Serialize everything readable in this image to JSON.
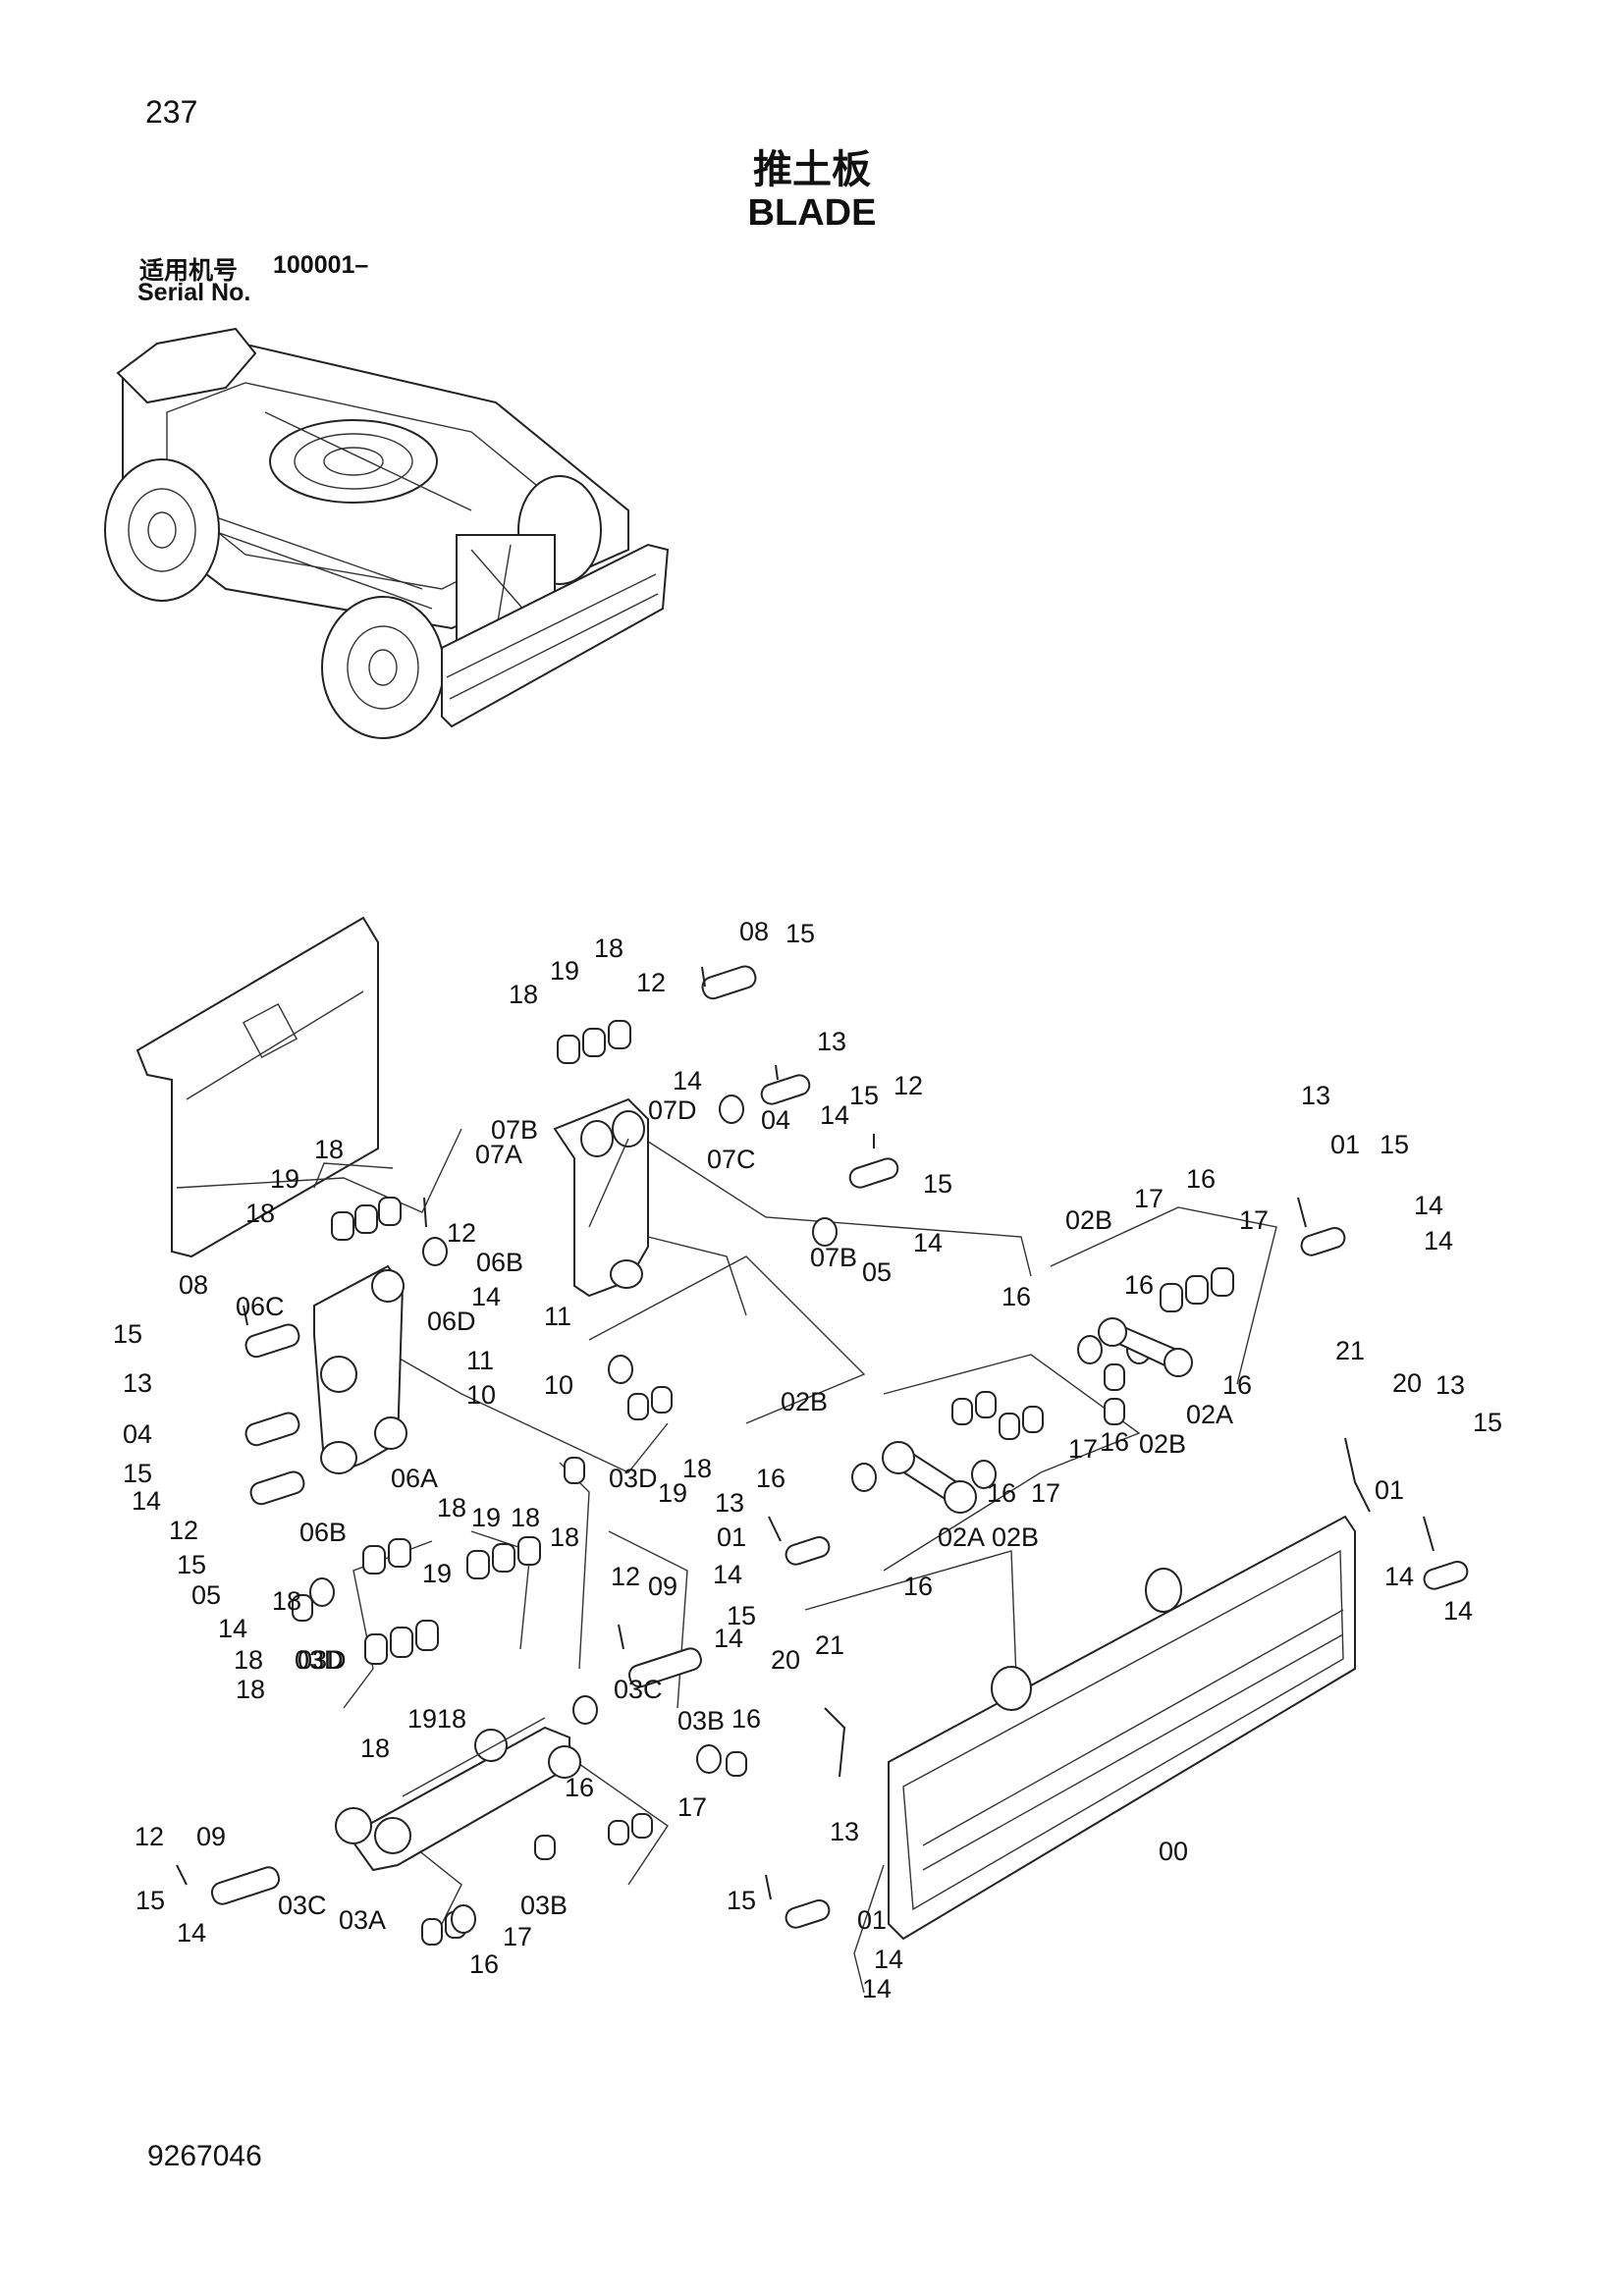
{
  "page_number": "237",
  "title_cn": "推土板",
  "title_en": "BLADE",
  "serial_label_cn": "适用机号",
  "serial_value": "100001–",
  "serial_label_en": "Serial No.",
  "document_number": "9267046",
  "part_labels": [
    {
      "id": "l1",
      "text": "08"
    },
    {
      "id": "l2",
      "text": "15"
    },
    {
      "id": "l3",
      "text": "18"
    },
    {
      "id": "l4",
      "text": "19"
    },
    {
      "id": "l5",
      "text": "18"
    },
    {
      "id": "l6",
      "text": "12"
    },
    {
      "id": "l7",
      "text": "13"
    },
    {
      "id": "l8",
      "text": "14"
    },
    {
      "id": "l9",
      "text": "15"
    },
    {
      "id": "l10",
      "text": "07B"
    },
    {
      "id": "l11",
      "text": "07D"
    },
    {
      "id": "l12",
      "text": "07A"
    },
    {
      "id": "l13",
      "text": "07C"
    },
    {
      "id": "l14",
      "text": "04"
    },
    {
      "id": "l15",
      "text": "14"
    },
    {
      "id": "l16",
      "text": "12"
    },
    {
      "id": "l17",
      "text": "15"
    },
    {
      "id": "l18",
      "text": "14"
    },
    {
      "id": "l19",
      "text": "07B"
    },
    {
      "id": "l20",
      "text": "05"
    },
    {
      "id": "l21",
      "text": "18"
    },
    {
      "id": "l22",
      "text": "19"
    },
    {
      "id": "l23",
      "text": "18"
    },
    {
      "id": "l24",
      "text": "12"
    },
    {
      "id": "l25",
      "text": "06B"
    },
    {
      "id": "l26",
      "text": "14"
    },
    {
      "id": "l27",
      "text": "06D"
    },
    {
      "id": "l28",
      "text": "11"
    },
    {
      "id": "l29",
      "text": "11"
    },
    {
      "id": "l30",
      "text": "10"
    },
    {
      "id": "l31",
      "text": "10"
    },
    {
      "id": "l32",
      "text": "08"
    },
    {
      "id": "l33",
      "text": "06C"
    },
    {
      "id": "l34",
      "text": "15"
    },
    {
      "id": "l35",
      "text": "13"
    },
    {
      "id": "l36",
      "text": "04"
    },
    {
      "id": "l37",
      "text": "15"
    },
    {
      "id": "l38",
      "text": "14"
    },
    {
      "id": "l39",
      "text": "12"
    },
    {
      "id": "l40",
      "text": "06A"
    },
    {
      "id": "l41",
      "text": "06B"
    },
    {
      "id": "l42",
      "text": "15"
    },
    {
      "id": "l43",
      "text": "05"
    },
    {
      "id": "l44",
      "text": "14"
    },
    {
      "id": "l45",
      "text": "13"
    },
    {
      "id": "l46",
      "text": "01"
    },
    {
      "id": "l47",
      "text": "15"
    },
    {
      "id": "l48",
      "text": "14"
    },
    {
      "id": "l49",
      "text": "14"
    },
    {
      "id": "l50",
      "text": "02B"
    },
    {
      "id": "l51",
      "text": "17"
    },
    {
      "id": "l52",
      "text": "16"
    },
    {
      "id": "l53",
      "text": "17"
    },
    {
      "id": "l54",
      "text": "16"
    },
    {
      "id": "l55",
      "text": "02A"
    },
    {
      "id": "l56",
      "text": "16"
    },
    {
      "id": "l57",
      "text": "02B"
    },
    {
      "id": "l58",
      "text": "16"
    },
    {
      "id": "l59",
      "text": "17"
    },
    {
      "id": "l60",
      "text": "16"
    },
    {
      "id": "l61",
      "text": "02B"
    },
    {
      "id": "l62",
      "text": "16"
    },
    {
      "id": "l63",
      "text": "17"
    },
    {
      "id": "l64",
      "text": "16"
    },
    {
      "id": "l65",
      "text": "02B"
    },
    {
      "id": "l66",
      "text": "02A"
    },
    {
      "id": "l67",
      "text": "16"
    },
    {
      "id": "l68",
      "text": "03D"
    },
    {
      "id": "l69",
      "text": "19"
    },
    {
      "id": "l70",
      "text": "18"
    },
    {
      "id": "l71",
      "text": "18"
    },
    {
      "id": "l72",
      "text": "13"
    },
    {
      "id": "l73",
      "text": "01"
    },
    {
      "id": "l74",
      "text": "14"
    },
    {
      "id": "l75",
      "text": "21"
    },
    {
      "id": "l76",
      "text": "20"
    },
    {
      "id": "l77",
      "text": "13"
    },
    {
      "id": "l78",
      "text": "15"
    },
    {
      "id": "l79",
      "text": "01"
    },
    {
      "id": "l80",
      "text": "14"
    },
    {
      "id": "l81",
      "text": "14"
    },
    {
      "id": "l82",
      "text": "18"
    },
    {
      "id": "l83",
      "text": "19"
    },
    {
      "id": "l84",
      "text": "18"
    },
    {
      "id": "l85",
      "text": "19"
    },
    {
      "id": "l86",
      "text": "18"
    },
    {
      "id": "l87",
      "text": "03D"
    },
    {
      "id": "l88",
      "text": "12"
    },
    {
      "id": "l89",
      "text": "09"
    },
    {
      "id": "l90",
      "text": "15"
    },
    {
      "id": "l91",
      "text": "14"
    },
    {
      "id": "l92",
      "text": "03C"
    },
    {
      "id": "l93",
      "text": "20"
    },
    {
      "id": "l94",
      "text": "21"
    },
    {
      "id": "l95",
      "text": "03B"
    },
    {
      "id": "l96",
      "text": "16"
    },
    {
      "id": "l97",
      "text": "18"
    },
    {
      "id": "l98",
      "text": "19"
    },
    {
      "id": "l99",
      "text": "18"
    },
    {
      "id": "l100",
      "text": "18"
    },
    {
      "id": "l101",
      "text": "16"
    },
    {
      "id": "l102",
      "text": "17"
    },
    {
      "id": "l103",
      "text": "00"
    },
    {
      "id": "l104",
      "text": "13"
    },
    {
      "id": "l105",
      "text": "12"
    },
    {
      "id": "l106",
      "text": "09"
    },
    {
      "id": "l107",
      "text": "15"
    },
    {
      "id": "l108",
      "text": "03C"
    },
    {
      "id": "l109",
      "text": "03A"
    },
    {
      "id": "l110",
      "text": "03B"
    },
    {
      "id": "l111",
      "text": "14"
    },
    {
      "id": "l112",
      "text": "17"
    },
    {
      "id": "l113",
      "text": "16"
    },
    {
      "id": "l114",
      "text": "15"
    },
    {
      "id": "l115",
      "text": "01"
    },
    {
      "id": "l116",
      "text": "14"
    },
    {
      "id": "l117",
      "text": "14"
    },
    {
      "id": "l118",
      "text": "18"
    },
    {
      "id": "l119",
      "text": "03D"
    }
  ]
}
